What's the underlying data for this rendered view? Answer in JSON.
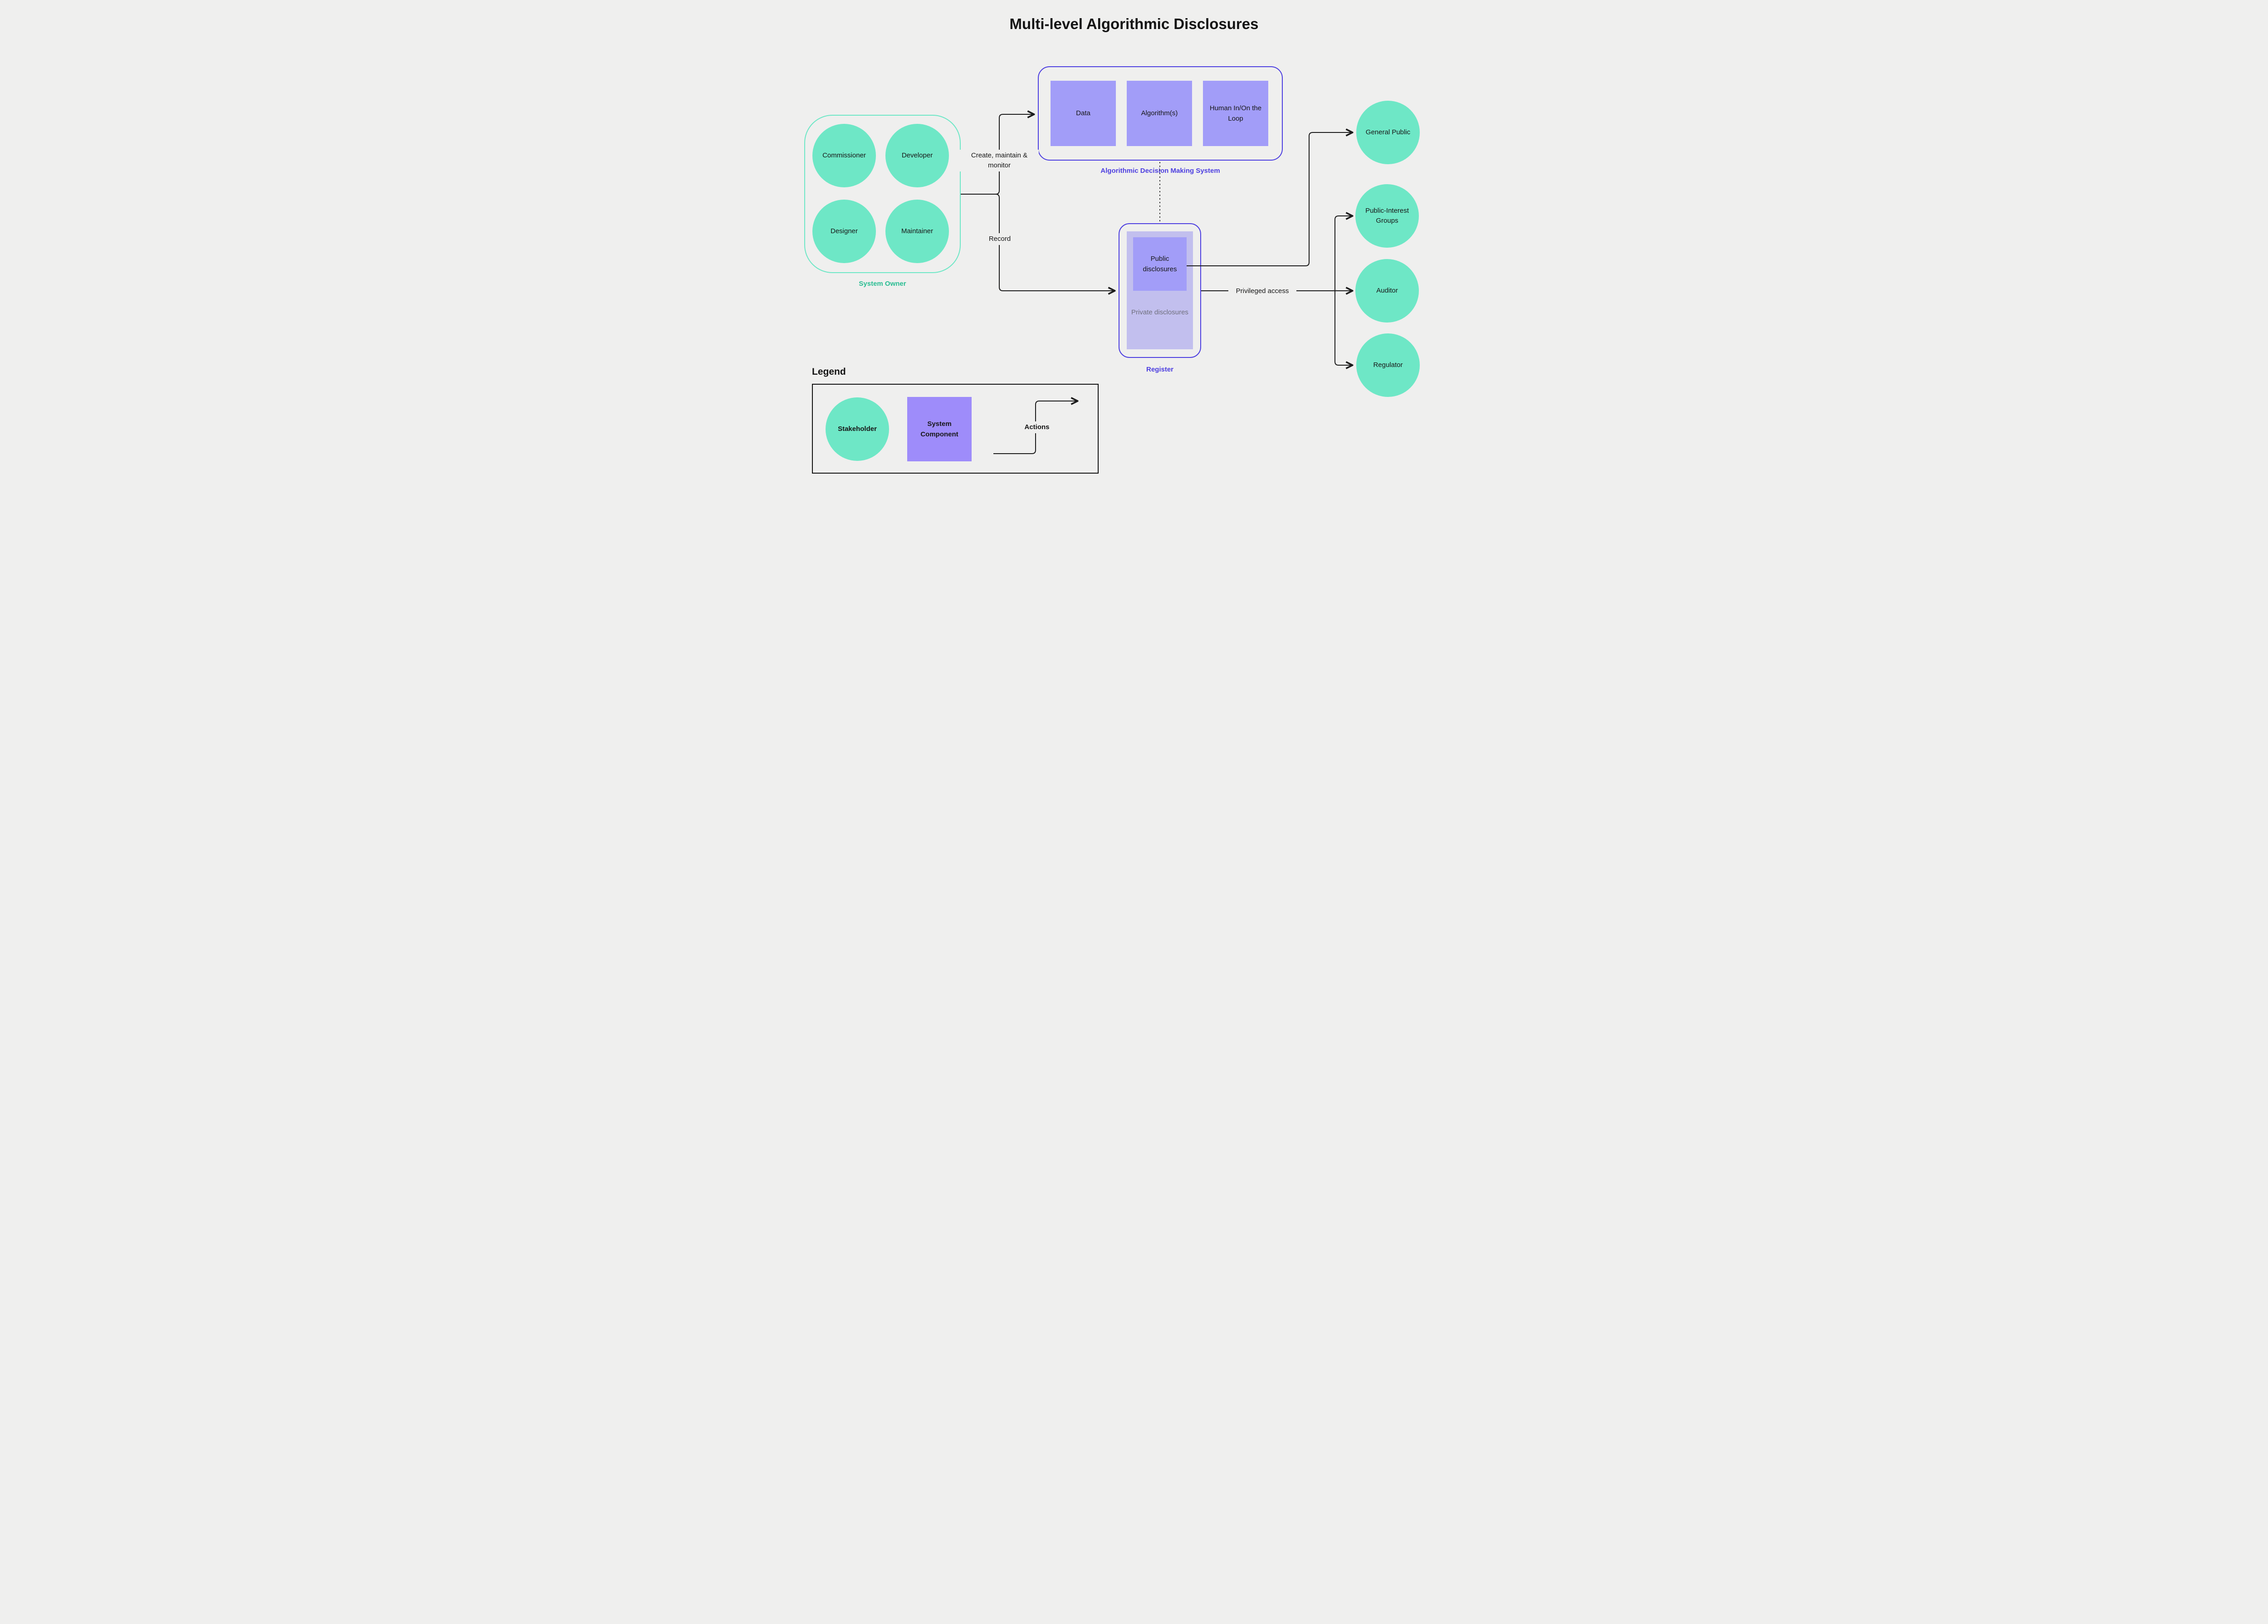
{
  "title": "Multi-level Algorithmic Disclosures",
  "system_owner": {
    "label": "System Owner",
    "members": [
      "Commissioner",
      "Developer",
      "Designer",
      "Maintainer"
    ]
  },
  "adm_system": {
    "label": "Algorithmic Decision Making System",
    "components": [
      "Data",
      "Algorithm(s)",
      "Human In/On the Loop"
    ]
  },
  "register": {
    "label": "Register",
    "public_label": "Public disclosures",
    "private_label": "Private disclosures"
  },
  "stakeholders": [
    "General Public",
    "Public-Interest Groups",
    "Auditor",
    "Regulator"
  ],
  "edges": {
    "create": "Create, maintain & monitor",
    "record": "Record",
    "privileged": "Privileged access"
  },
  "legend": {
    "heading": "Legend",
    "stakeholder": "Stakeholder",
    "component": "System Component",
    "actions": "Actions"
  },
  "colors": {
    "background": "#efefee",
    "mint": "#6ee7c6",
    "mint_text": "#29bd92",
    "purple": "#a29df8",
    "purple_strong": "#9e8cfa",
    "light_purple": "#c2bfee",
    "indigo": "#4c3ee0",
    "gray_text": "#6f6f7d",
    "line": "#1b1b1b"
  }
}
